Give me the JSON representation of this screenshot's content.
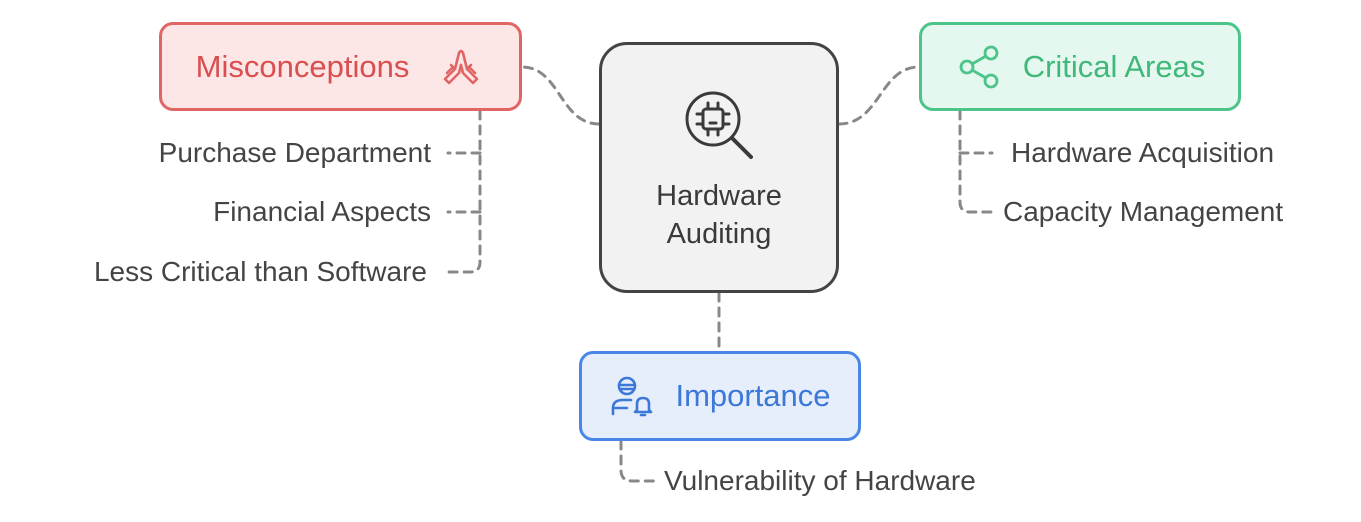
{
  "center": {
    "title_line1": "Hardware",
    "title_line2": "Auditing",
    "icon": "chip-search-icon"
  },
  "branches": {
    "misconceptions": {
      "label": "Misconceptions",
      "icon": "praying-hands-icon",
      "color": "#e06565",
      "items": [
        "Purchase Department",
        "Financial Aspects",
        "Less Critical than Software"
      ]
    },
    "critical_areas": {
      "label": "Critical Areas",
      "icon": "share-nodes-icon",
      "color": "#4cc48a",
      "items": [
        "Hardware Acquisition",
        "Capacity Management"
      ]
    },
    "importance": {
      "label": "Importance",
      "icon": "user-alert-icon",
      "color": "#4a86e8",
      "items": [
        "Vulnerability of Hardware"
      ]
    }
  }
}
